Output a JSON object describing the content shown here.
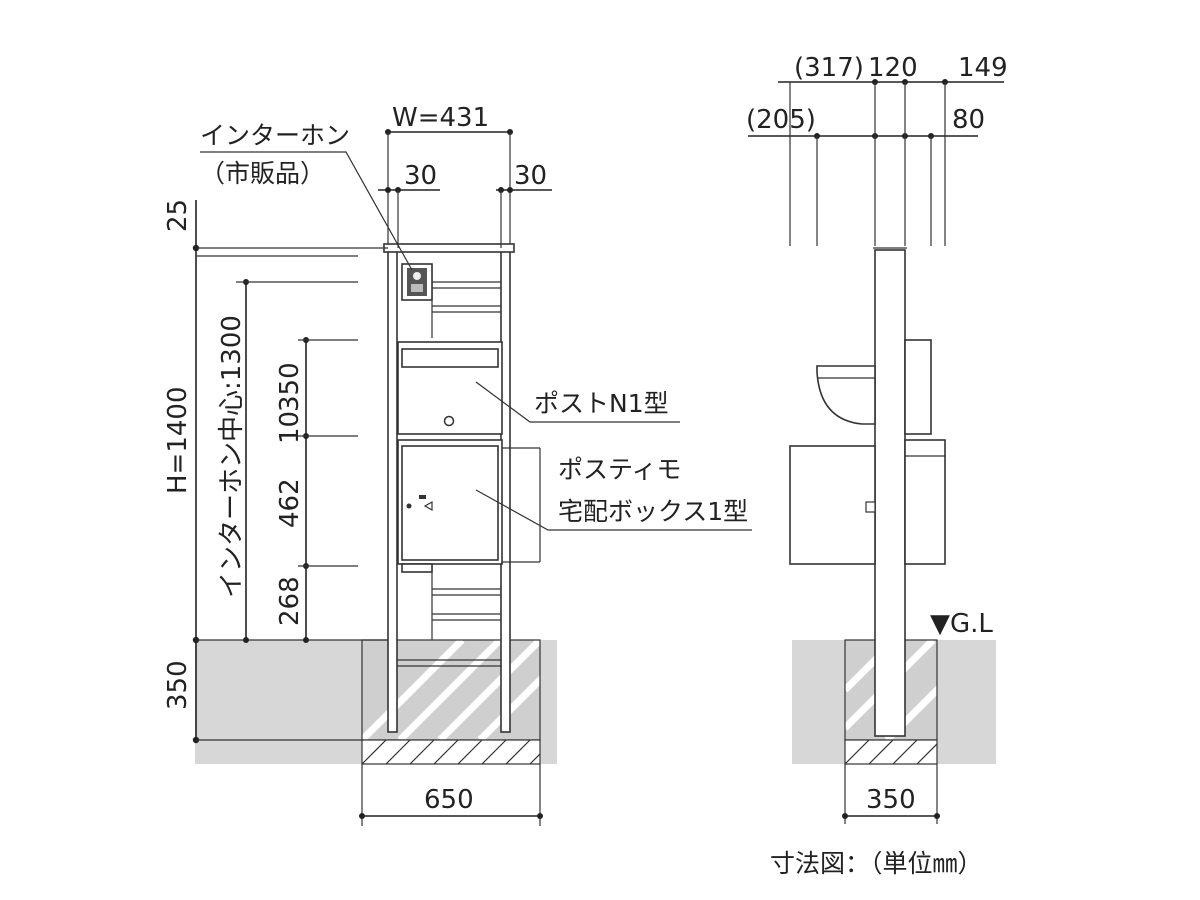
{
  "front_view": {
    "width_label": "W=431",
    "left_inset": "30",
    "right_inset": "30",
    "top_margin": "25",
    "total_height": "H=1400",
    "intercom_center": "インターホン中心:1300",
    "post_height": "350",
    "gap": "10",
    "box_height": "462",
    "base_height": "268",
    "foundation_depth": "350",
    "foundation_width": "650",
    "intercom_label_line1": "インターホン",
    "intercom_label_line2": "（市販品）",
    "post_label": "ポストN1型",
    "box_label_line1": "ポスティモ",
    "box_label_line2": "宅配ボックス1型"
  },
  "side_view": {
    "dim_317": "(317)",
    "dim_120": "120",
    "dim_149": "149",
    "dim_205": "(205)",
    "dim_80": "80",
    "ground_label": "▼G.L",
    "foundation_width": "350"
  },
  "caption": "寸法図：（単位㎜）"
}
